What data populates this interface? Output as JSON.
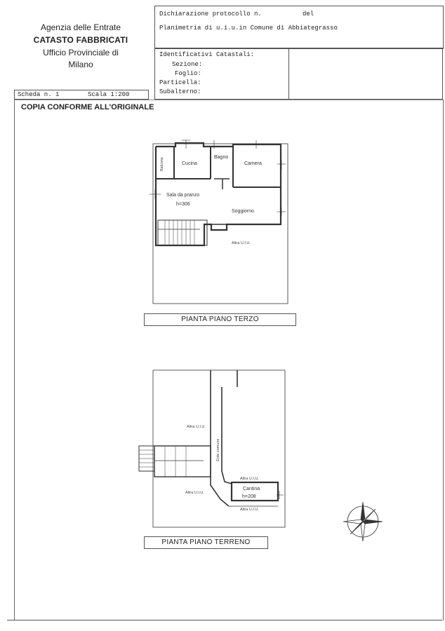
{
  "header": {
    "agency": "Agenzia delle Entrate",
    "department": "CATASTO FABBRICATI",
    "office": "Ufficio Provinciale di",
    "city": "Milano",
    "protocol_label": "Dichiarazione protocollo n.",
    "protocol_del": "del",
    "planimetria": "Planimetria di u.i.u.in Comune di Abbiategrasso",
    "identificativi": "Identificativi Catastali:",
    "sezione": "Sezione:",
    "foglio": "Foglio:",
    "particella": "Particella:",
    "subalterno": "Subalterno:",
    "scheda": "Scheda n. 1",
    "scala": "Scala 1:200",
    "copia": "COPIA CONFORME ALL'ORIGINALE"
  },
  "plan_upper": {
    "rooms": {
      "balcone": "Balcone",
      "cucina": "Cucina",
      "bagno": "Bagno",
      "camera": "Camera",
      "sala": "Sala da pranzo",
      "height": "h=306",
      "soggiorno": "Soggiorno",
      "altra": "Altra U.I.U."
    },
    "title": "PIANTA PIANO TERZO"
  },
  "plan_ground": {
    "rooms": {
      "altra_top": "Altra U.I.U.",
      "altra_left": "Altra U.I.U.",
      "ente": "Ente comune",
      "altra_cantina_top": "Altra U.I.U.",
      "cantina": "Cantina",
      "height": "h=208",
      "altra_cantina_bottom": "Altra U.I.U."
    },
    "title": "PIANTA PIANO TERRENO"
  },
  "compass_icon": "compass-rose-icon"
}
